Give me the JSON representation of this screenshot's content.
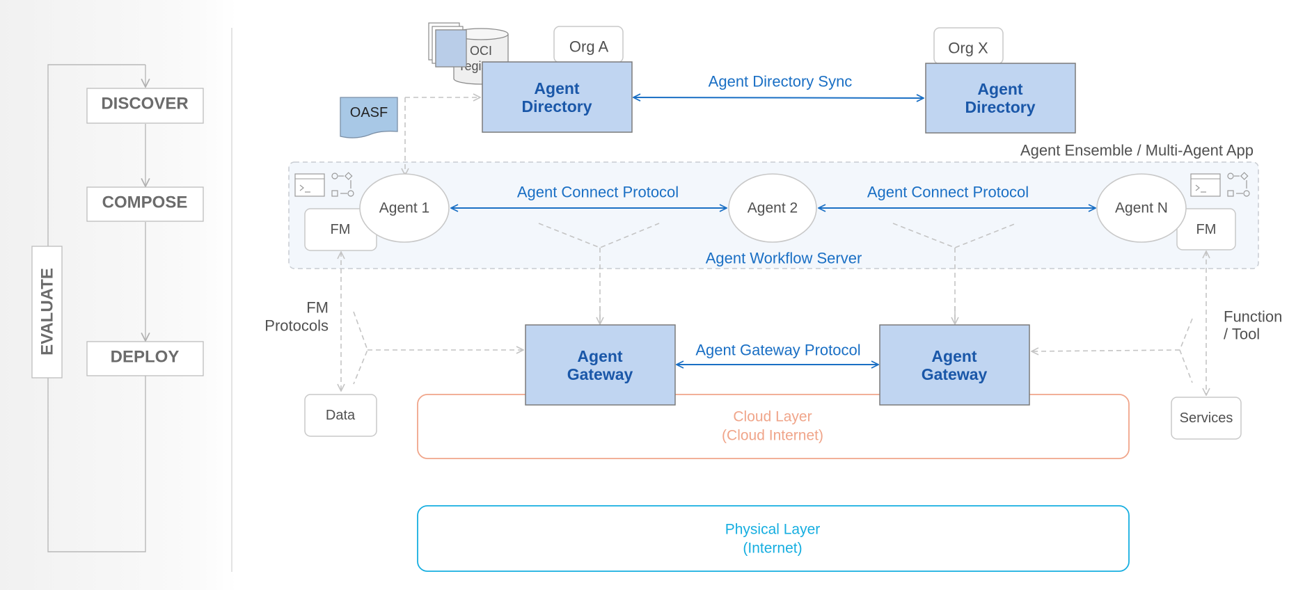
{
  "lifecycle": {
    "discover": "DISCOVER",
    "compose": "COMPOSE",
    "deploy": "DEPLOY",
    "evaluate": "EVALUATE"
  },
  "registry": {
    "oci_line1": "OCI",
    "oci_line2": "registry",
    "oasf": "OASF"
  },
  "directories": {
    "org_a": "Org A",
    "org_x": "Org X",
    "agent_label": "Agent",
    "directory_label": "Directory",
    "sync": "Agent Directory Sync"
  },
  "ensemble": {
    "title": "Agent Ensemble / Multi-Agent App",
    "agent1": "Agent 1",
    "agent2": "Agent 2",
    "agentN": "Agent N",
    "connect_protocol": "Agent Connect Protocol",
    "workflow_server": "Agent Workflow Server",
    "fm": "FM"
  },
  "side": {
    "fm_protocols_line1": "FM",
    "fm_protocols_line2": "Protocols",
    "function_tool_line1": "Function",
    "function_tool_line2": "/ Tool",
    "data": "Data",
    "services": "Services"
  },
  "gateways": {
    "agent_label": "Agent",
    "gateway_label": "Gateway",
    "protocol": "Agent Gateway Protocol"
  },
  "layers": {
    "cloud_line1": "Cloud Layer",
    "cloud_line2": "(Cloud Internet)",
    "physical_line1": "Physical Layer",
    "physical_line2": "(Internet)"
  },
  "colors": {
    "blue_box_fill": "#c0d5f1",
    "blue_text": "#1a57a8",
    "protocol_blue": "#1a6fc4",
    "cloud_orange": "#f0a58a",
    "physical_cyan": "#16aee0",
    "ensemble_bg": "#f3f7fc"
  }
}
